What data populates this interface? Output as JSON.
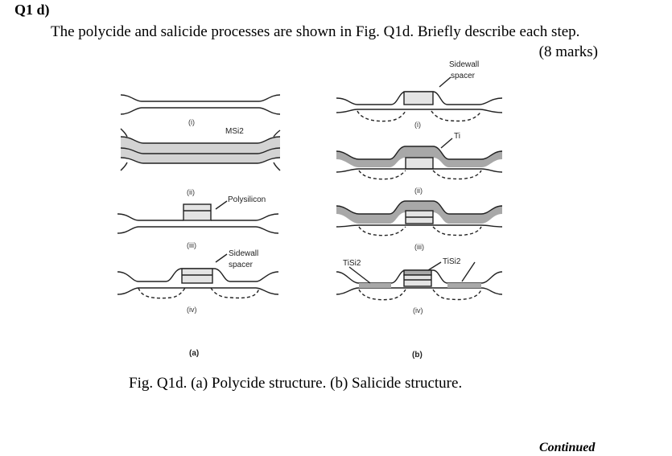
{
  "question": {
    "number": "Q1 d)",
    "text": "The polycide and salicide processes are shown in Fig. Q1d. Briefly describe each step.",
    "marks": "(8 marks)"
  },
  "figure": {
    "part_a": {
      "label": "(a)",
      "steps": [
        "(i)",
        "(ii)",
        "(iii)",
        "(iv)"
      ],
      "annotations": {
        "msi2": "MSi2",
        "polysilicon": "Polysilicon",
        "sidewall_1": "Sidewall",
        "sidewall_2": "spacer"
      }
    },
    "part_b": {
      "label": "(b)",
      "steps": [
        "(i)",
        "(ii)",
        "(iii)",
        "(iv)"
      ],
      "annotations": {
        "sidewall_1": "Sidewall",
        "sidewall_2": "spacer",
        "ti": "Ti",
        "tisi2_left": "TiSi2",
        "tisi2_right": "TiSi2"
      }
    },
    "caption": "Fig. Q1d. (a) Polycide structure. (b) Salicide structure."
  },
  "footer": {
    "continued": "Continued"
  }
}
